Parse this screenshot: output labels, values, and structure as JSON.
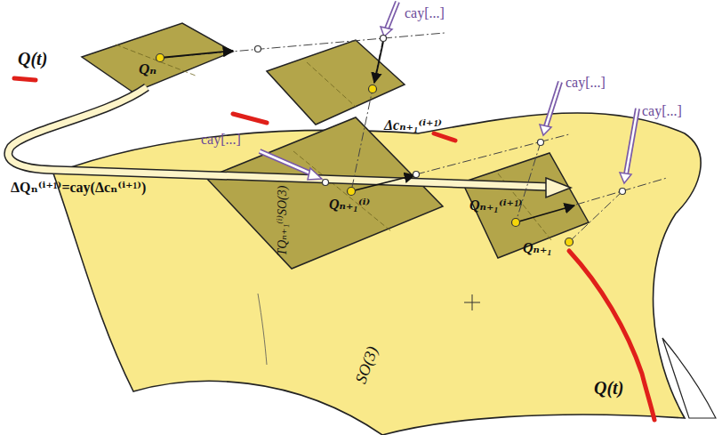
{
  "diagram": {
    "labels": [
      "Q(t)",
      "Qₙ",
      "cay[...]",
      "cay[...]",
      "cay[...]",
      "cay[...]",
      "Δcₙ₊₁⁽ⁱ⁺¹⁾",
      "ΔQₙ⁽ⁱ⁺¹⁾=cay(Δcₙ⁽ⁱ⁺¹⁾)",
      "Qₙ₊₁⁽ⁱ⁾",
      "Qₙ₊₁⁽ⁱ⁺¹⁾",
      "Qₙ₊₁",
      "Q(t)",
      "TQₙ₊₁⁽ⁱ⁾SO(3)",
      "SO(3)"
    ]
  }
}
